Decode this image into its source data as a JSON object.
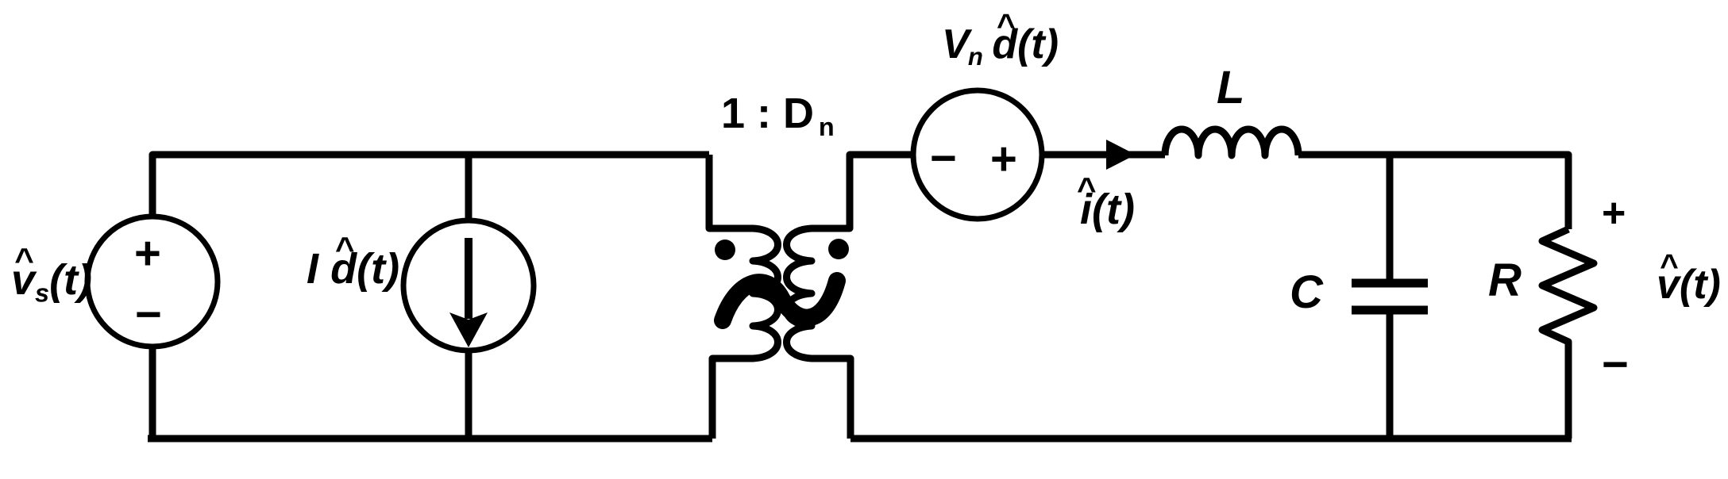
{
  "diagram": {
    "kind": "small-signal ac equivalent circuit schematic",
    "background": "#ffffff",
    "ink": "#000000"
  },
  "components": {
    "vs_source": {
      "hat": "^",
      "base": "v",
      "sub": "s",
      "rest": "(t)",
      "plus": "+",
      "minus": "−"
    },
    "id_source": {
      "coef": "I",
      "hat": "^",
      "base": "d",
      "rest": "(t)"
    },
    "transformer": {
      "ratio_main": "1 : D",
      "ratio_sub": "n"
    },
    "vnd_source": {
      "coef": "V",
      "coef_sub": "n",
      "hat": "^",
      "base": "d",
      "rest": "(t)",
      "minus": "−",
      "plus": "+"
    },
    "inductor": {
      "label": "L",
      "current_hat": "^",
      "current_base": "i",
      "current_rest": "(t)"
    },
    "capacitor": {
      "label": "C"
    },
    "resistor": {
      "label": "R"
    },
    "output": {
      "plus": "+",
      "hat": "^",
      "base": "v",
      "rest": "(t)",
      "minus": "−"
    }
  }
}
